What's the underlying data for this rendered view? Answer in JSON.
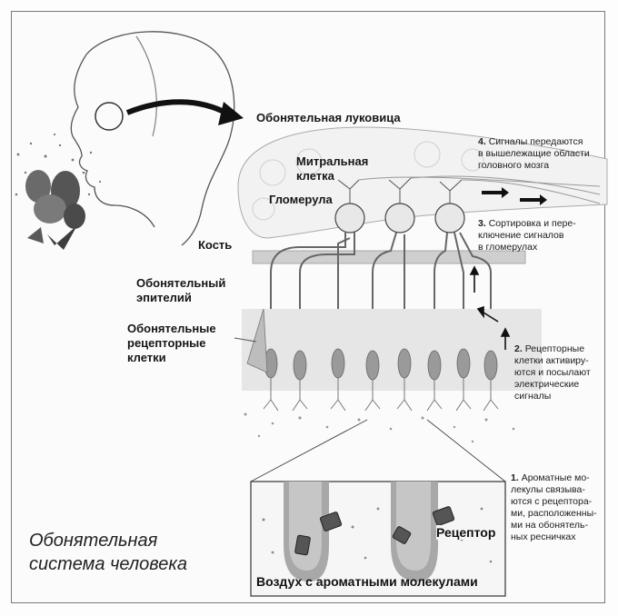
{
  "labels": {
    "bulb": "Обонятельная  луковица",
    "mitral": "Митральная\nклетка",
    "glomerulus": "Гломерула",
    "bone": "Кость",
    "epithelium": "Обонятельный\nэпителий",
    "receptor_cells": "Обонятельные\nрецепторные\nклетки",
    "receptor": "Рецептор",
    "air": "Воздух с ароматными молекулами"
  },
  "steps": [
    {
      "num": "1.",
      "text": "Ароматные мо-\nлекулы связыва-\nются с рецептора-\nми, расположенны-\nми на обонятель-\nных ресничках"
    },
    {
      "num": "2.",
      "text": "Рецепторные\nклетки активиру-\nются и посылают\nэлектрические\nсигналы"
    },
    {
      "num": "3.",
      "text": "Сортировка и пере-\nключение сигналов\nв гломерулах"
    },
    {
      "num": "4.",
      "text": "Сигналы передаются\nв вышележащие области\nголовного мозга"
    }
  ],
  "caption": "Обонятельная\nсистема человека",
  "icons": [
    "head-illustration",
    "flower-illustration",
    "curved-arrow-icon",
    "signal-arrow-icon"
  ]
}
